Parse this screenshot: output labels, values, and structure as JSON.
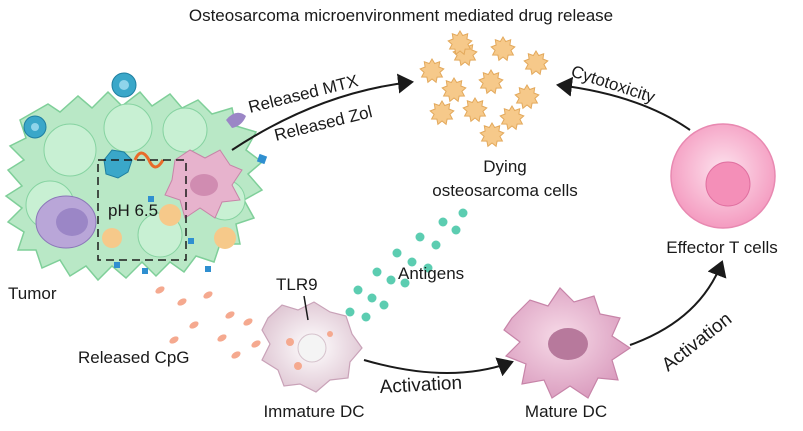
{
  "title": "Osteosarcoma microenvironment mediated drug release",
  "labels": {
    "released_mtx": "Released MTX",
    "released_zol": "Released Zol",
    "cytotoxicity": "Cytotoxicity",
    "dying_line1": "Dying",
    "dying_line2": "osteosarcoma cells",
    "ph": "pH 6.5",
    "effector": "Effector T cells",
    "tumor": "Tumor",
    "tlr9": "TLR9",
    "antigens": "Antigens",
    "released_cpg": "Released CpG",
    "activation_bottom": "Activation",
    "activation_right": "Activation",
    "immature_dc": "Immature DC",
    "mature_dc": "Mature DC"
  },
  "colors": {
    "tumor_fill": "#b9e8c6",
    "tumor_stroke": "#7fcf99",
    "dying_cell": "#f6c98a",
    "dc_fill": "#e7b3cd",
    "t_cell": "#f7b7d1",
    "antigen": "#5ccdb1",
    "cpg": "#f5a98f",
    "nanoparticle": "#3aa7c9",
    "arrow": "#1a1a1a"
  },
  "icons": [
    "nanoparticle-icon",
    "zol-drug-icon",
    "mtx-drug-icon",
    "tlr9-receptor-icon"
  ]
}
